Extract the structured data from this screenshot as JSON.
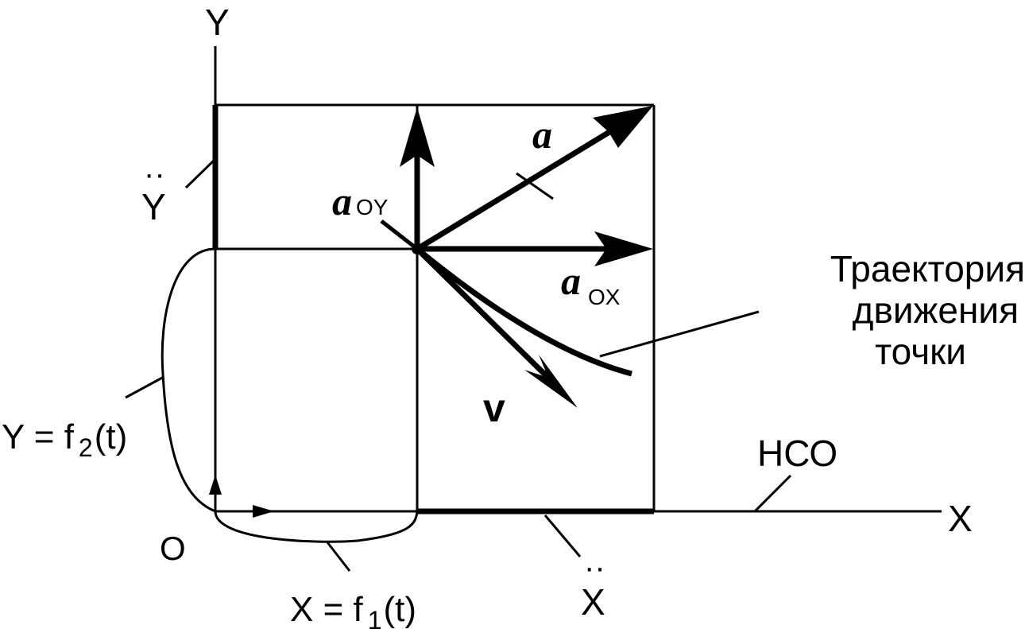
{
  "axes": {
    "y_label": "Y",
    "x_label": "X",
    "origin_label": "O",
    "frame_label": "НСО"
  },
  "vectors": {
    "a_symbol": "a",
    "aoy_symbol": "a",
    "aoy_subscript": "OY",
    "aox_symbol": "a",
    "aox_subscript": "OX",
    "v_symbol": "v"
  },
  "components": {
    "y_ddot_letter": "Y",
    "x_ddot_letter": "X",
    "ddot_mark": "··"
  },
  "equations": {
    "y_lhs": "Y = f",
    "y_index": "2",
    "y_rhs": "(t)",
    "x_lhs": "X = f",
    "x_index": "1",
    "x_rhs": "(t)"
  },
  "trajectory_label": {
    "line1": "Траектория",
    "line2": "движения",
    "line3": "точки"
  },
  "colors": {
    "stroke": "#000000",
    "background": "#ffffff"
  }
}
